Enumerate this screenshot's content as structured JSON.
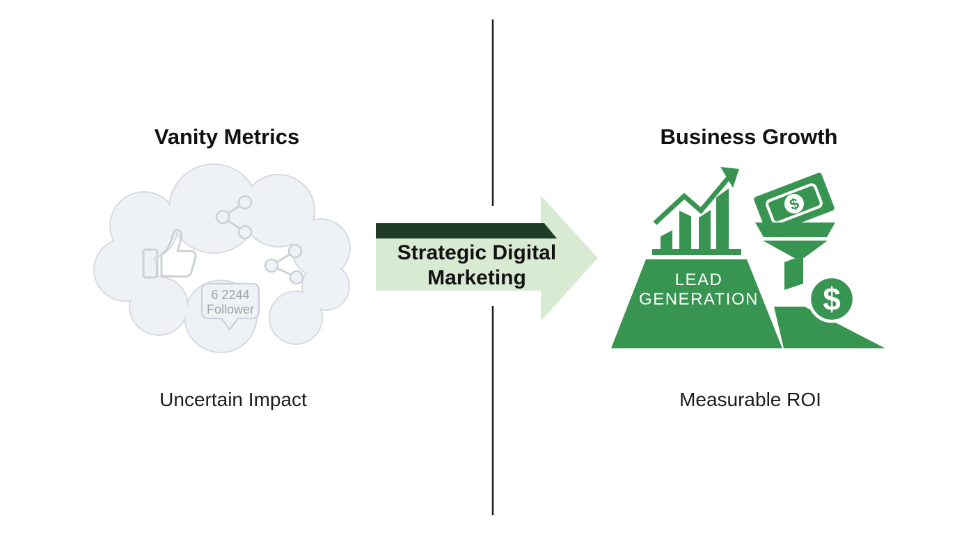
{
  "colors": {
    "background": "#ffffff",
    "icon_green": "#389451",
    "arrow_fill": "#d9ead3",
    "arrow_bar": "#1e3c26",
    "text_dark": "#111111",
    "cloud_fill": "#eef1f5",
    "cloud_stroke": "#d7dbe1",
    "cloud_icon_stroke": "#cbd1d8",
    "bubble_text": "#9da7a2",
    "divider": "#1a1a1a"
  },
  "left_panel": {
    "title": "Vanity Metrics",
    "caption": "Uncertain Impact",
    "follower_bubble": {
      "line1": "6 2244",
      "line2": "Follower"
    }
  },
  "center": {
    "arrow_label": {
      "line1": "Strategic Digital",
      "line2": "Marketing"
    }
  },
  "right_panel": {
    "title": "Business Growth",
    "caption": "Measurable ROI",
    "lead_trapezoid": {
      "line1": "LEAD",
      "line2": "GENERATION"
    },
    "money_bill_symbol": "$",
    "coin_symbol": "$"
  },
  "icons": {
    "thumbs-up-icon": "outlined like / thumbs-up glyph",
    "share-icon": "three connected nodes share glyph",
    "follower-bubble-icon": "speech bubble with follower count",
    "growth-chart-icon": "rising bar chart with upward arrow",
    "money-bill-icon": "tilted banknote with dollar mark",
    "funnel-icon": "sales funnel",
    "dollar-coin-icon": "circular coin with dollar sign",
    "marketing-arrow-icon": "large light-green right arrow with dark top bar"
  }
}
